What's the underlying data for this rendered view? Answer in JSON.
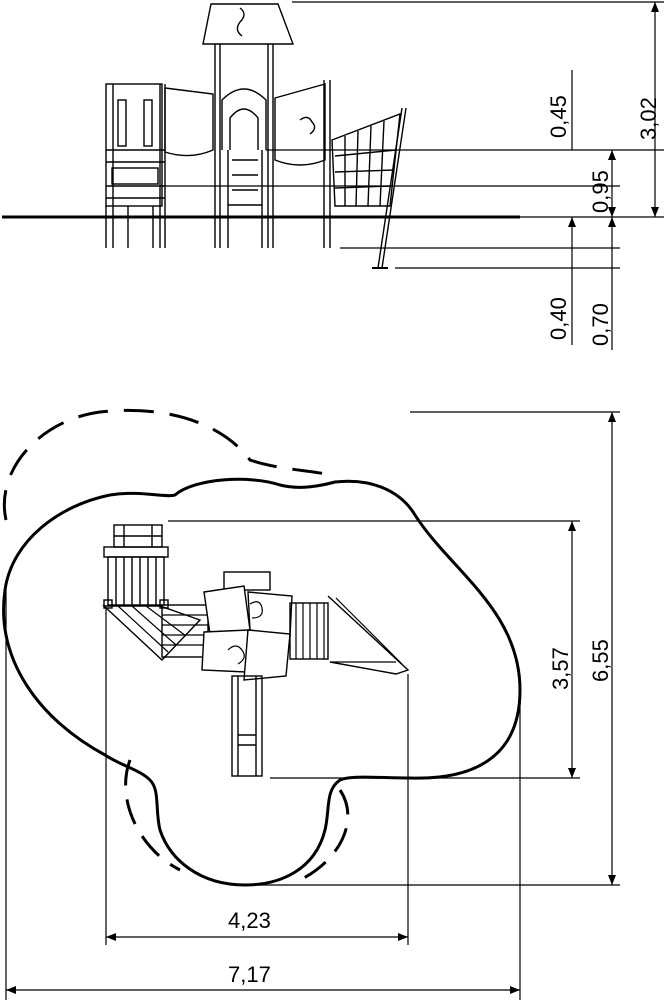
{
  "elevation": {
    "dimensions": {
      "total_height": "3,02",
      "top_gap": "0,45",
      "platform_height": "0,95",
      "footing_depth": "0,40",
      "anchor_depth": "0,70"
    }
  },
  "plan": {
    "dimensions": {
      "equipment_depth": "3,57",
      "zone_depth": "6,55",
      "equipment_width": "4,23",
      "zone_width": "7,17"
    }
  },
  "colors": {
    "line": "#000000",
    "background": "#ffffff"
  }
}
